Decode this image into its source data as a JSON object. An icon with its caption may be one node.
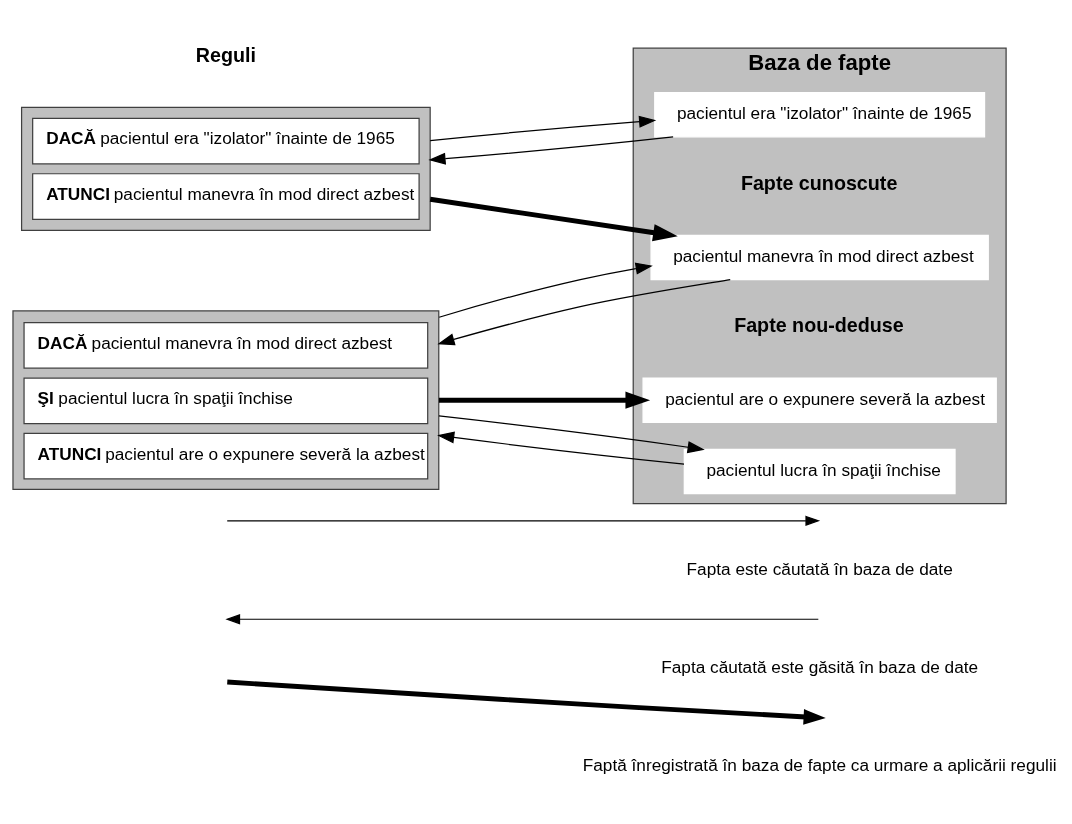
{
  "diagram": {
    "nodes": [
      {
        "text": [
          "**DACĂ** pacientul era \"izolator\" înainte de 1965",
          "**ATUNCI** pacientul manevra în mod direct azbest"
        ]
      },
      {
        "text": [
          "**DACĂ** pacientul manevra în mod direct azbest",
          "**ŞI** pacientul lucra în spaţii închise",
          "**ATUNCI** pacientul are o expunere severă la azbest"
        ]
      },
      {
        "text": [
          "Baza de fapte"
        ]
      },
      {
        "text": [
          "pacientul era \"izolator\" înainte de 1965"
        ],
        "in": 2
      },
      {
        "text": [
          "pacientul lucra în spaţii închise"
        ],
        "in": 2
      },
      {
        "text": [
          "pacientul manevra în mod direct azbest"
        ],
        "in": 2
      },
      {
        "text": [
          "pacientul are o expunere severă la azbest"
        ],
        "in": 2
      }
    ],
    "edges": [
      {
        "from": 0,
        "to": 3,
        "arrow": "to"
      },
      {
        "from": 3,
        "to": 0,
        "arrow": "to"
      },
      {
        "from": 0,
        "to": 5,
        "arrow": "to",
        "style": "thick"
      },
      {
        "from": 1,
        "to": 5,
        "arrow": "to"
      },
      {
        "from": 5,
        "to": 1,
        "arrow": "to"
      },
      {
        "from": 1,
        "to": 4,
        "arrow": "to"
      },
      {
        "from": 4,
        "to": 1,
        "arrow": "to"
      },
      {
        "from": 1,
        "to": 6,
        "arrow": "to",
        "style": "thick"
      }
    ],
    "labels": [
      "Reguli",
      "Fapte cunoscute",
      "Fapte nou-deduse"
    ],
    "legend": [
      {
        "text": "Fapta este căutată în baza de date"
      },
      {
        "text": "Fapta căutată este găsită în baza de date"
      },
      {
        "text": "Faptă înregistrată în baza de fapte ca urmare a aplicării regulii"
      }
    ]
  }
}
